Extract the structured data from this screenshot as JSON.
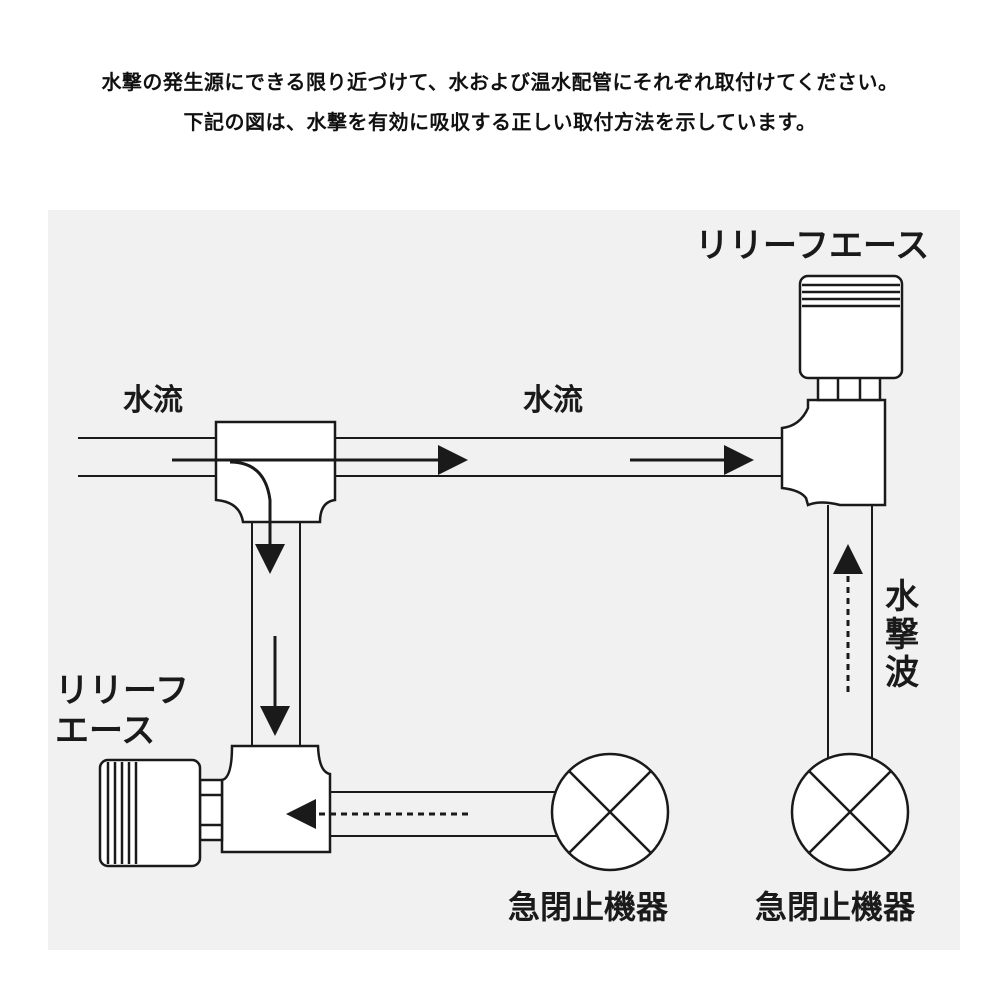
{
  "header": {
    "line1": "水撃の発生源にできる限り近づけて、水および温水配管にそれぞれ取付けてください。",
    "line2": "下記の図は、水撃を有効に吸収する正しい取付方法を示しています。"
  },
  "labels": {
    "relief_top": "リリーフエース",
    "relief_left_line1": "リリーフ",
    "relief_left_line2": "エース",
    "water_flow_1": "水流",
    "water_flow_2": "水流",
    "water_hammer_1": "水",
    "water_hammer_2": "撃",
    "water_hammer_3": "波",
    "valve_left": "急閉止機器",
    "valve_right": "急閉止機器"
  },
  "colors": {
    "ink": "#1a1a1a",
    "pipe_fill": "#ffffff",
    "panel": "#f1f1f1"
  }
}
